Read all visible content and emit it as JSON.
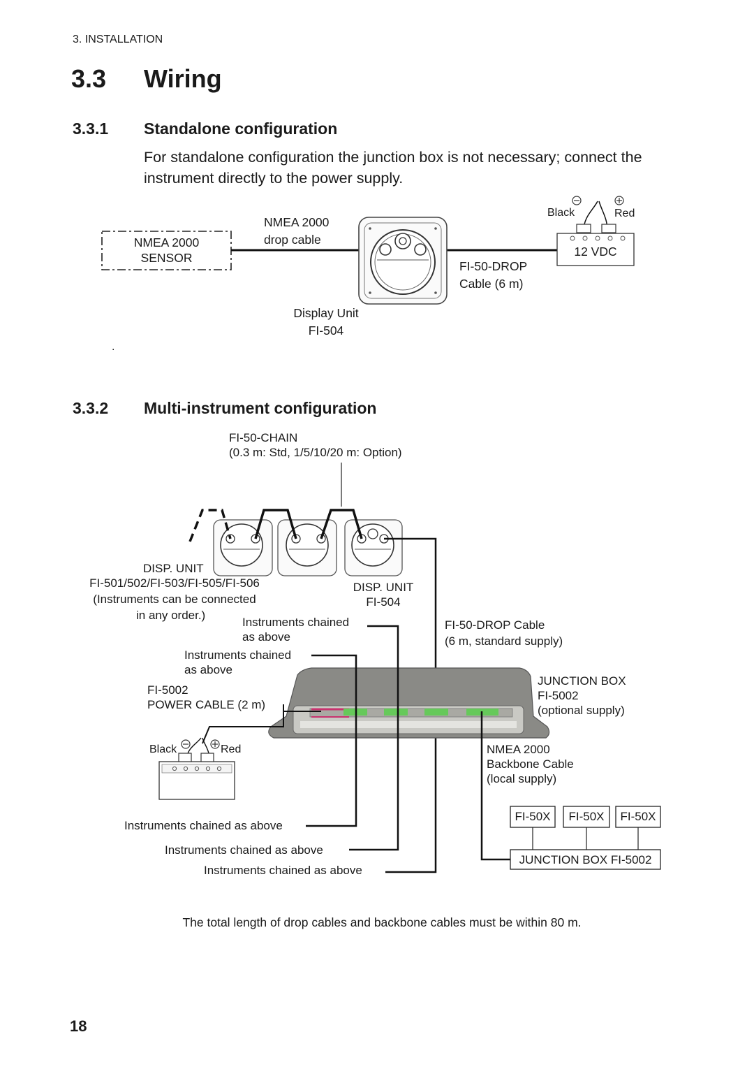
{
  "header": {
    "chapter": "3. INSTALLATION"
  },
  "section": {
    "number": "3.3",
    "title": "Wiring"
  },
  "sub1": {
    "number": "3.3.1",
    "title": "Standalone configuration",
    "text": "For standalone configuration the junction box is not necessary; connect the instrument directly to the power supply."
  },
  "diagram1": {
    "sensor_line1": "NMEA 2000",
    "sensor_line2": "SENSOR",
    "drop_line1": "NMEA 2000",
    "drop_line2": "drop cable",
    "display_line1": "Display Unit",
    "display_line2": "FI-504",
    "fidrop_line1": "FI-50-DROP",
    "fidrop_line2": "Cable (6 m)",
    "battery_label": "12 VDC",
    "black": "Black",
    "red": "Red",
    "stray_mark": "."
  },
  "sub2": {
    "number": "3.3.2",
    "title": "Multi-instrument configuration"
  },
  "diagram2": {
    "chain_line1": "FI-50-CHAIN",
    "chain_line2": "(0.3 m: Std, 1/5/10/20 m: Option)",
    "disp_unit_a": "DISP. UNIT",
    "disp_models_a": "FI-501/502/FI-503/FI-505/FI-506",
    "order_line1": "(Instruments can be connected",
    "order_line2": "in any order.)",
    "disp_unit_b": "DISP. UNIT",
    "disp_model_b": "FI-504",
    "chained_a1": "Instruments chained",
    "chained_a2": "as above",
    "chained_b1": "Instruments chained",
    "chained_b2": "as above",
    "power_line1": "FI-5002",
    "power_line2": "POWER CABLE (2 m)",
    "drop_line1": "FI-50-DROP Cable",
    "drop_line2": "(6 m, standard supply)",
    "jb_line1": "JUNCTION BOX",
    "jb_line2": "FI-5002",
    "jb_line3": "(optional supply)",
    "black": "Black",
    "red": "Red",
    "backbone_line1": "NMEA 2000",
    "backbone_line2": "Backbone Cable",
    "backbone_line3": "(local supply)",
    "fi50x_boxes": [
      "FI-50X",
      "FI-50X",
      "FI-50X"
    ],
    "jb_bottom": "JUNCTION BOX FI-5002",
    "chained_c": "Instruments chained as above",
    "chained_d": "Instruments chained as above",
    "chained_e": "Instruments chained as above"
  },
  "note": "The total length of drop cables and backbone cables must be within 80 m.",
  "page_number": "18"
}
